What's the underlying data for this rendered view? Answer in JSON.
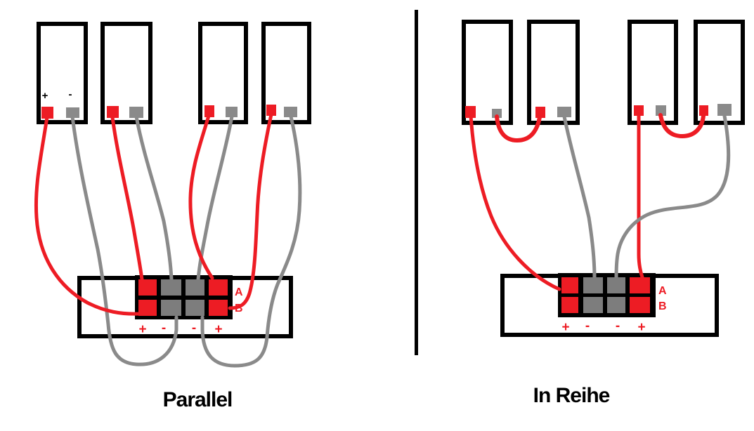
{
  "left_section": {
    "caption": "Parallel",
    "speaker_polarity": {
      "positive": "+",
      "negative": "-"
    },
    "terminal_block": {
      "row_labels": {
        "a": "A",
        "b": "B"
      },
      "column_labels": [
        "+",
        "-",
        "-",
        "+"
      ]
    }
  },
  "right_section": {
    "caption": "In Reihe",
    "terminal_block": {
      "row_labels": {
        "a": "A",
        "b": "B"
      },
      "column_labels": [
        "+",
        "-",
        "-",
        "+"
      ]
    }
  },
  "colors": {
    "positive_red": "#ed1c24",
    "negative_gray": "#8a8a8a",
    "grid_cell_gray": "#7d7d7d",
    "outline_black": "#000000"
  }
}
